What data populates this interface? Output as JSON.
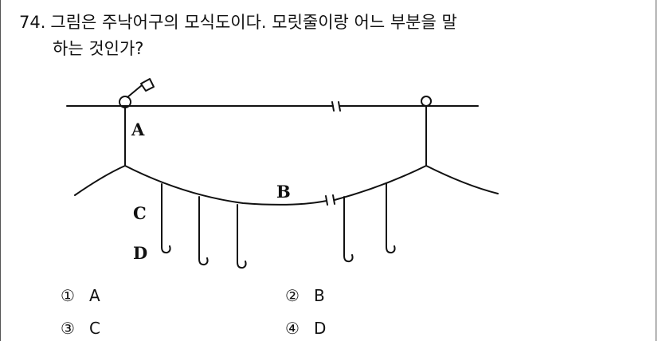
{
  "question": {
    "number": "74.",
    "line1": "그림은 주낙어구의 모식도이다. 모릿줄이랑 어느 부분을 말",
    "line2": "하는 것인가?"
  },
  "figure": {
    "labels": {
      "a": "A",
      "b": "B",
      "c": "C",
      "d": "D"
    }
  },
  "options": [
    {
      "mark": "①",
      "text": "A"
    },
    {
      "mark": "②",
      "text": "B"
    },
    {
      "mark": "③",
      "text": "C"
    },
    {
      "mark": "④",
      "text": "D"
    }
  ]
}
